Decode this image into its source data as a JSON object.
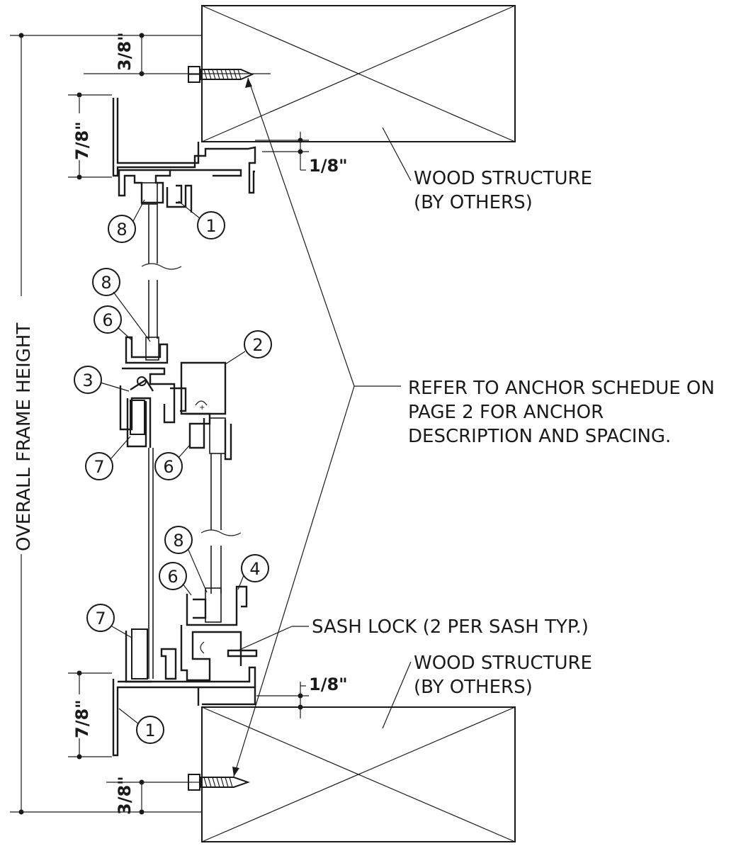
{
  "dimensions": {
    "overall_height": "OVERALL FRAME HEIGHT",
    "top_anchor": "3/8\"",
    "top_frame": "7/8\"",
    "top_gap": "1/8\"",
    "bottom_gap": "1/8\"",
    "bottom_frame": "7/8\"",
    "bottom_anchor": "3/8\""
  },
  "notes": {
    "wood_top_line1": "WOOD STRUCTURE",
    "wood_top_line2": "(BY OTHERS)",
    "wood_bottom_line1": "WOOD STRUCTURE",
    "wood_bottom_line2": "(BY OTHERS)",
    "anchor_line1": "REFER TO ANCHOR SCHEDUE ON",
    "anchor_line2": "PAGE 2 FOR ANCHOR",
    "anchor_line3": "DESCRIPTION AND SPACING.",
    "sash_lock": "SASH LOCK (2 PER SASH TYP.)"
  },
  "callouts": [
    "8",
    "1",
    "8",
    "6",
    "2",
    "3",
    "7",
    "6",
    "8",
    "4",
    "6",
    "7",
    "1"
  ]
}
